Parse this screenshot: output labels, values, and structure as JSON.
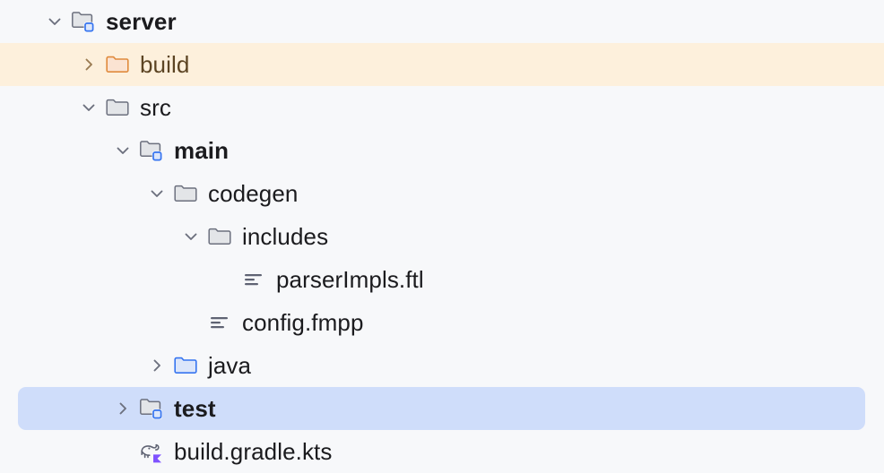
{
  "panel": {
    "name": "project-tree",
    "background_color": "#F7F8FA",
    "selection_color": "#CFDDFA",
    "excluded_row_color": "#FDF0DC",
    "text_color": "#1B1B1E",
    "excluded_text_color": "#5C4423",
    "module_badge_color": "#3574F0",
    "source_folder_color": "#3574F0",
    "excluded_folder_color": "#E08A3C",
    "kotlin_badge_color": "#7F52FF"
  },
  "rows": [
    {
      "label": "server",
      "depth": 1,
      "icon": "module-folder-icon",
      "chevron": "chevron-down-icon",
      "expanded": true,
      "bold": true,
      "state": "normal"
    },
    {
      "label": "build",
      "depth": 2,
      "icon": "excluded-folder-icon",
      "chevron": "chevron-right-icon",
      "expanded": false,
      "bold": false,
      "state": "excluded"
    },
    {
      "label": "src",
      "depth": 2,
      "icon": "folder-icon",
      "chevron": "chevron-down-icon",
      "expanded": true,
      "bold": false,
      "state": "normal"
    },
    {
      "label": "main",
      "depth": 3,
      "icon": "module-folder-icon",
      "chevron": "chevron-down-icon",
      "expanded": true,
      "bold": true,
      "state": "normal"
    },
    {
      "label": "codegen",
      "depth": 4,
      "icon": "folder-icon",
      "chevron": "chevron-down-icon",
      "expanded": true,
      "bold": false,
      "state": "normal"
    },
    {
      "label": "includes",
      "depth": 5,
      "icon": "folder-icon",
      "chevron": "chevron-down-icon",
      "expanded": true,
      "bold": false,
      "state": "normal"
    },
    {
      "label": "parserImpls.ftl",
      "depth": 6,
      "icon": "text-file-icon",
      "chevron": "none",
      "expanded": false,
      "bold": false,
      "state": "normal"
    },
    {
      "label": "config.fmpp",
      "depth": 5,
      "icon": "text-file-icon",
      "chevron": "none",
      "expanded": false,
      "bold": false,
      "state": "normal"
    },
    {
      "label": "java",
      "depth": 4,
      "icon": "source-folder-icon",
      "chevron": "chevron-right-icon",
      "expanded": false,
      "bold": false,
      "state": "normal"
    },
    {
      "label": "test",
      "depth": 3,
      "icon": "module-folder-icon",
      "chevron": "chevron-right-icon",
      "expanded": false,
      "bold": true,
      "state": "selected"
    },
    {
      "label": "build.gradle.kts",
      "depth": 3,
      "icon": "gradle-kotlin-script-icon",
      "chevron": "none",
      "expanded": false,
      "bold": false,
      "state": "normal"
    }
  ]
}
